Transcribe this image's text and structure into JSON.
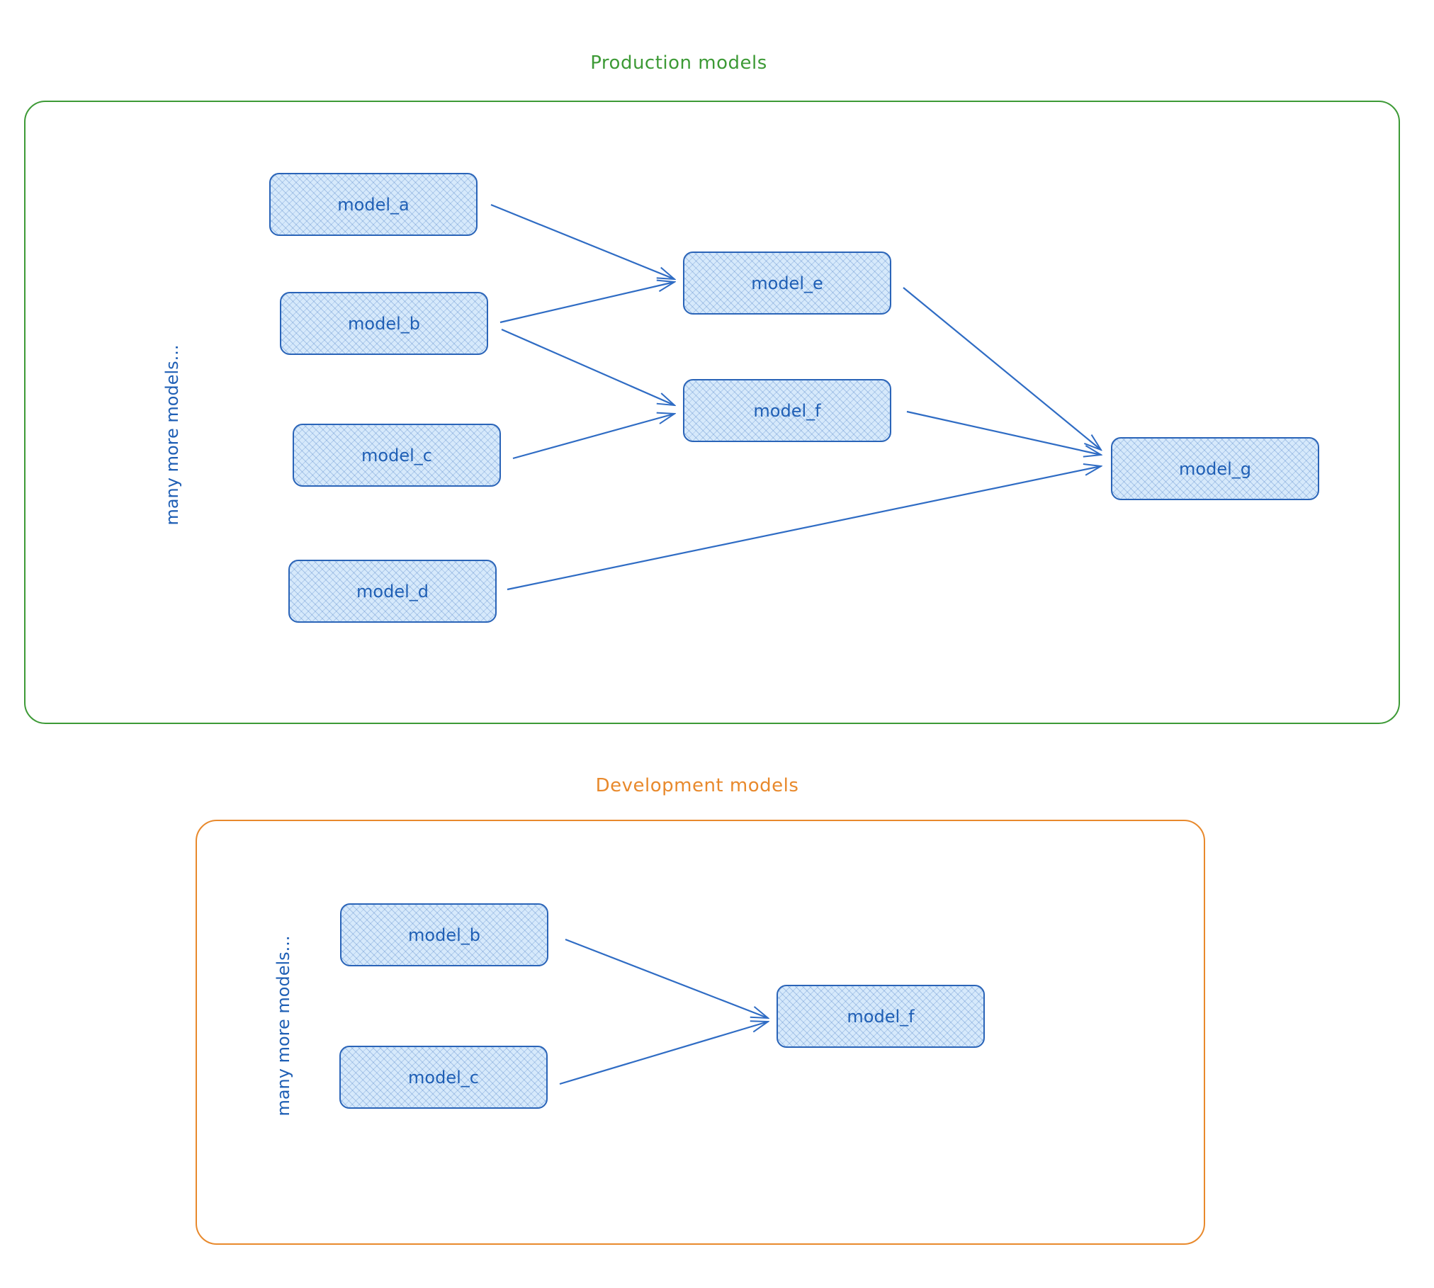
{
  "colors": {
    "production": "#3d9a36",
    "development": "#e8892c",
    "node_stroke": "#2a64b8",
    "node_text": "#1f5fb5",
    "edge": "#2f6cc4"
  },
  "production": {
    "title": "Production models",
    "side_note": "many more models...",
    "nodes": {
      "a": "model_a",
      "b": "model_b",
      "c": "model_c",
      "d": "model_d",
      "e": "model_e",
      "f": "model_f",
      "g": "model_g"
    },
    "edges": [
      [
        "a",
        "e"
      ],
      [
        "b",
        "e"
      ],
      [
        "b",
        "f"
      ],
      [
        "c",
        "f"
      ],
      [
        "e",
        "g"
      ],
      [
        "f",
        "g"
      ],
      [
        "d",
        "g"
      ]
    ]
  },
  "development": {
    "title": "Development models",
    "side_note": "many more models...",
    "nodes": {
      "b": "model_b",
      "c": "model_c",
      "f": "model_f"
    },
    "edges": [
      [
        "b",
        "f"
      ],
      [
        "c",
        "f"
      ]
    ]
  }
}
